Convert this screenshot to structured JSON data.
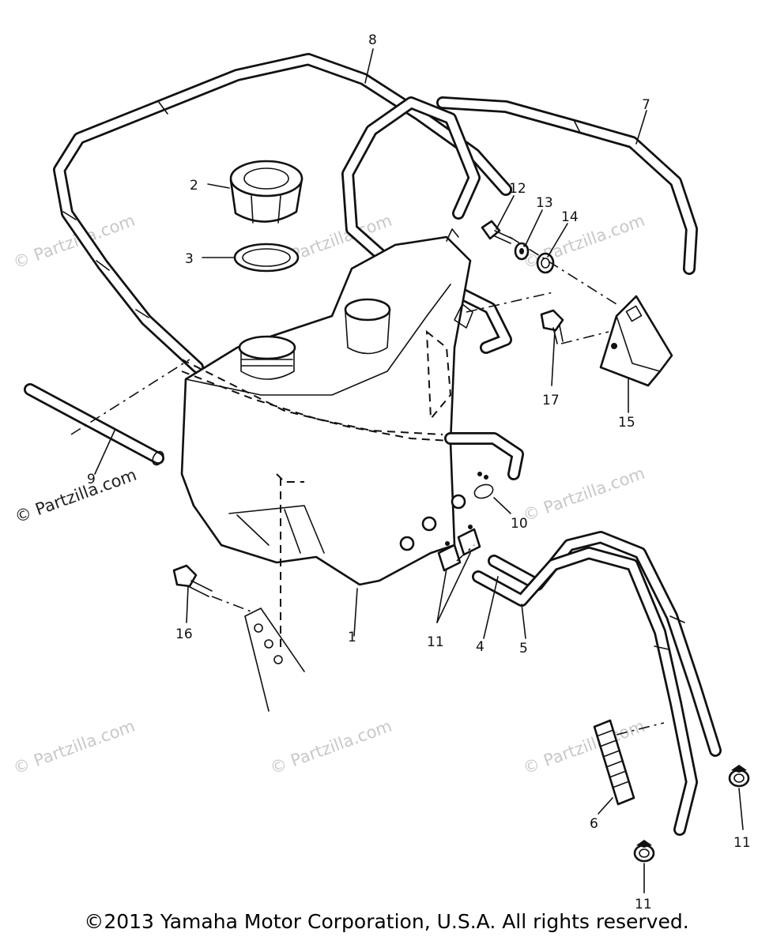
{
  "watermark": {
    "text": "© Partzilla.com",
    "color": "#c8c8c8"
  },
  "copyright": "©2013 Yamaha Motor Corporation, U.S.A. All rights reserved.",
  "callouts": {
    "n1": "1",
    "n2": "2",
    "n3": "3",
    "n4": "4",
    "n5": "5",
    "n6": "6",
    "n7": "7",
    "n8": "8",
    "n9": "9",
    "n10": "10",
    "n11a": "11",
    "n11b": "11",
    "n11c": "11",
    "n12": "12",
    "n13": "13",
    "n14": "14",
    "n15": "15",
    "n16": "16",
    "n17": "17"
  }
}
